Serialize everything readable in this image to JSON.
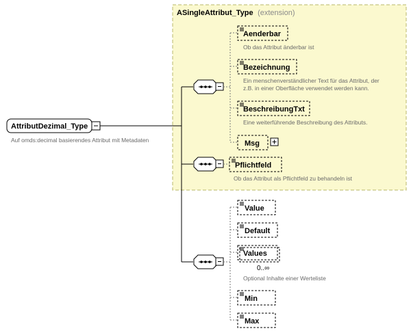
{
  "root": {
    "name": "AttributDezimal_Type",
    "desc": "Auf omds:decimal basierendes Attribut mit Metadaten"
  },
  "extension": {
    "type_name": "ASingleAttribut_Type",
    "suffix": "(extension)"
  },
  "seq1": [
    {
      "name": "Aenderbar",
      "desc": [
        "Ob das Attribut änderbar ist"
      ]
    },
    {
      "name": "Bezeichnung",
      "desc": [
        "Ein menschenverständlicher Text für das Attribut, der",
        "z.B. in einer Oberfläche verwendet werden kann."
      ]
    },
    {
      "name": "BeschreibungTxt",
      "desc": [
        "Eine weiterführende Beschreibung des Attributs."
      ]
    },
    {
      "name": "Msg",
      "desc": []
    }
  ],
  "pflicht": {
    "name": "Pflichtfeld",
    "desc": "Ob das Attribut als Pflichtfeld zu behandeln ist"
  },
  "seq3": [
    {
      "name": "Value"
    },
    {
      "name": "Default"
    },
    {
      "name": "Values",
      "multiplicity": "0..∞",
      "desc": "Optional Inhalte einer Werteliste"
    },
    {
      "name": "Min"
    },
    {
      "name": "Max"
    }
  ],
  "colors": {
    "ext_fill": "#fbf9cf",
    "ext_border": "#b8b86a",
    "line": "#000000",
    "desc": "#6a6a6a",
    "dashed_line": "#7a7a7a"
  }
}
